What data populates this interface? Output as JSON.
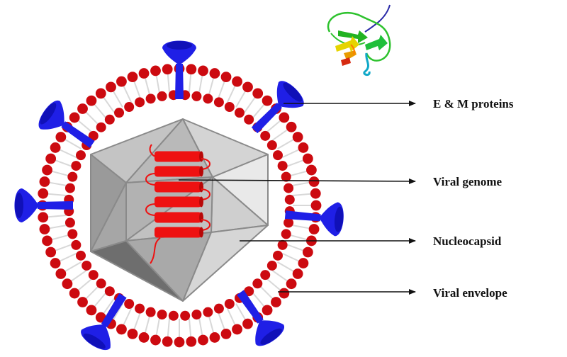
{
  "labels": {
    "em_proteins": "E & M proteins",
    "viral_genome": "Viral genome",
    "nucleocapsid": "Nucleocapsid",
    "viral_envelope": "Viral envelope"
  },
  "colors": {
    "lipid_head": "#cc0a10",
    "lipid_tail": "#d8d8d8",
    "spike": "#1f1fe6",
    "capsid_face": "#bdbdbd",
    "capsid_dark": "#6e6e6e",
    "capsid_light": "#e8e8e8",
    "genome": "#ee1111",
    "arrow": "#111111"
  },
  "icons": [
    "protein-ribbon-structure-icon"
  ]
}
